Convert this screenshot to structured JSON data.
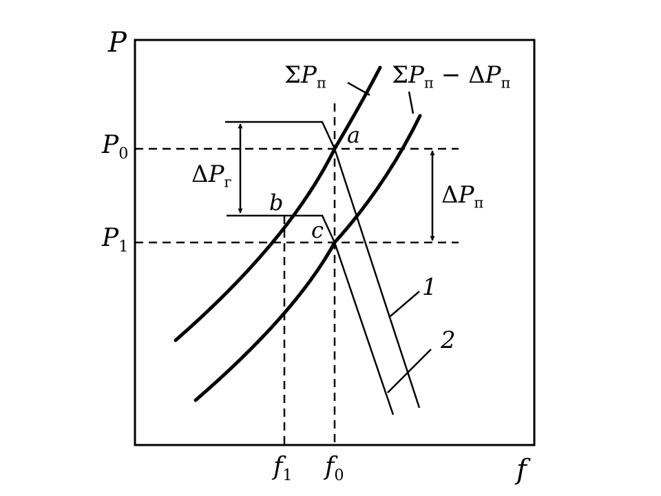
{
  "axes": {
    "y_label": "P",
    "x_label": "f",
    "y_ticks": [
      {
        "main": "P",
        "sub": "0"
      },
      {
        "main": "P",
        "sub": "1"
      }
    ],
    "x_ticks": [
      {
        "main": "f",
        "sub": "1"
      },
      {
        "main": "f",
        "sub": "0"
      }
    ]
  },
  "curves": {
    "load_upper": {
      "sigma": "Σ",
      "main": "P",
      "sub": "п"
    },
    "load_lower": {
      "sigma": "Σ",
      "main": "P",
      "sub": "п",
      "minus": " − Δ",
      "main2": "P",
      "sub2": "п"
    }
  },
  "points": {
    "a": "a",
    "b": "b",
    "c": "c"
  },
  "deltas": {
    "gen": {
      "delta": "Δ",
      "main": "P",
      "sub": "г"
    },
    "load": {
      "delta": "Δ",
      "main": "P",
      "sub": "п"
    }
  },
  "characteristics": {
    "one": "1",
    "two": "2"
  }
}
